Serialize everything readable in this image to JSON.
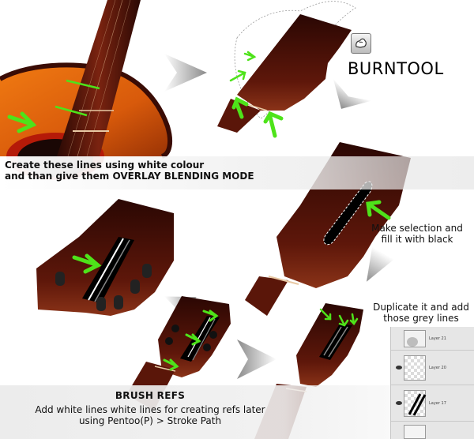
{
  "tool": {
    "title": "BURNTOOL",
    "icon": "burn-tool-hand-icon"
  },
  "steps": {
    "step1": {
      "line1": "Create these lines using white colour",
      "line2": "and than give them OVERLAY BLENDING MODE"
    },
    "step2": {
      "line1": "Make selection and",
      "line2": "fill it with black"
    },
    "step3": {
      "line1": "Duplicate it and add",
      "line2": "those grey lines"
    },
    "step4": {
      "title": "BRUSH REFS",
      "line1": "Add white lines white lines for creating refs later",
      "line2": "using Pentoo(P) > Stroke Path"
    }
  },
  "layers_panel": {
    "layers": [
      {
        "name": "Layer 21"
      },
      {
        "name": "Layer 20"
      },
      {
        "name": "Layer 17"
      }
    ]
  },
  "colors": {
    "arrow_green": "#4ee31a",
    "wood_dark": "#3a0c05",
    "wood_mid": "#6e1a0c",
    "guitar_orange": "#e06a10",
    "fret_white": "#e8c9a4"
  }
}
